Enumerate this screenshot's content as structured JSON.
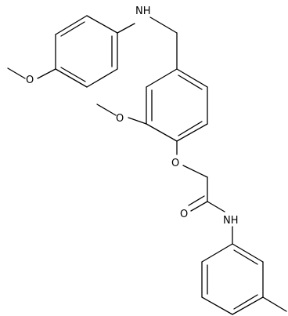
{
  "structure": {
    "atoms": {
      "nh_amine": "NH",
      "o_methoxy_left": "O",
      "o_methoxy_mid": "O",
      "o_ether": "O",
      "o_carbonyl": "O",
      "nh_amide": "NH"
    },
    "bond_color": "#000000",
    "background": "#ffffff"
  }
}
